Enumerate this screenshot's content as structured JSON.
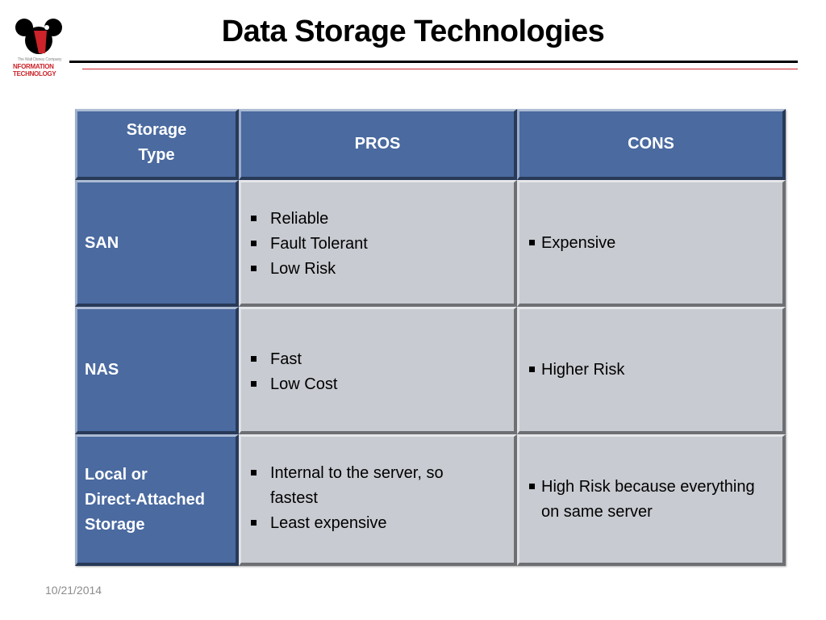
{
  "logo": {
    "icon": "mouse-ears-i-logo",
    "tagline": "The Walt Disney Company",
    "line1": "NFORMATION",
    "line2": "TECHNOLOGY",
    "colors": {
      "primary": "#cc2229",
      "dark": "#000000"
    }
  },
  "slide": {
    "title": "Data Storage Technologies",
    "date": "10/21/2014"
  },
  "table": {
    "headers": {
      "type_line1": "Storage",
      "type_line2": "Type",
      "pros": "PROS",
      "cons": "CONS"
    },
    "rows": [
      {
        "type": "SAN",
        "pros": [
          "Reliable",
          "Fault Tolerant",
          "Low Risk"
        ],
        "cons": [
          "Expensive"
        ]
      },
      {
        "type": "NAS",
        "pros": [
          "Fast",
          "Low Cost"
        ],
        "cons": [
          "Higher Risk"
        ]
      },
      {
        "type_lines": [
          "Local or",
          "Direct-Attached",
          "Storage"
        ],
        "pros": [
          "Internal to the server, so fastest",
          "Least expensive"
        ],
        "cons": [
          "High Risk because everything on same server"
        ]
      }
    ],
    "colors": {
      "header_blue": "#4a6aa0",
      "cell_gray": "#c8cbd1",
      "grid_dark": "#1b2d44"
    }
  }
}
